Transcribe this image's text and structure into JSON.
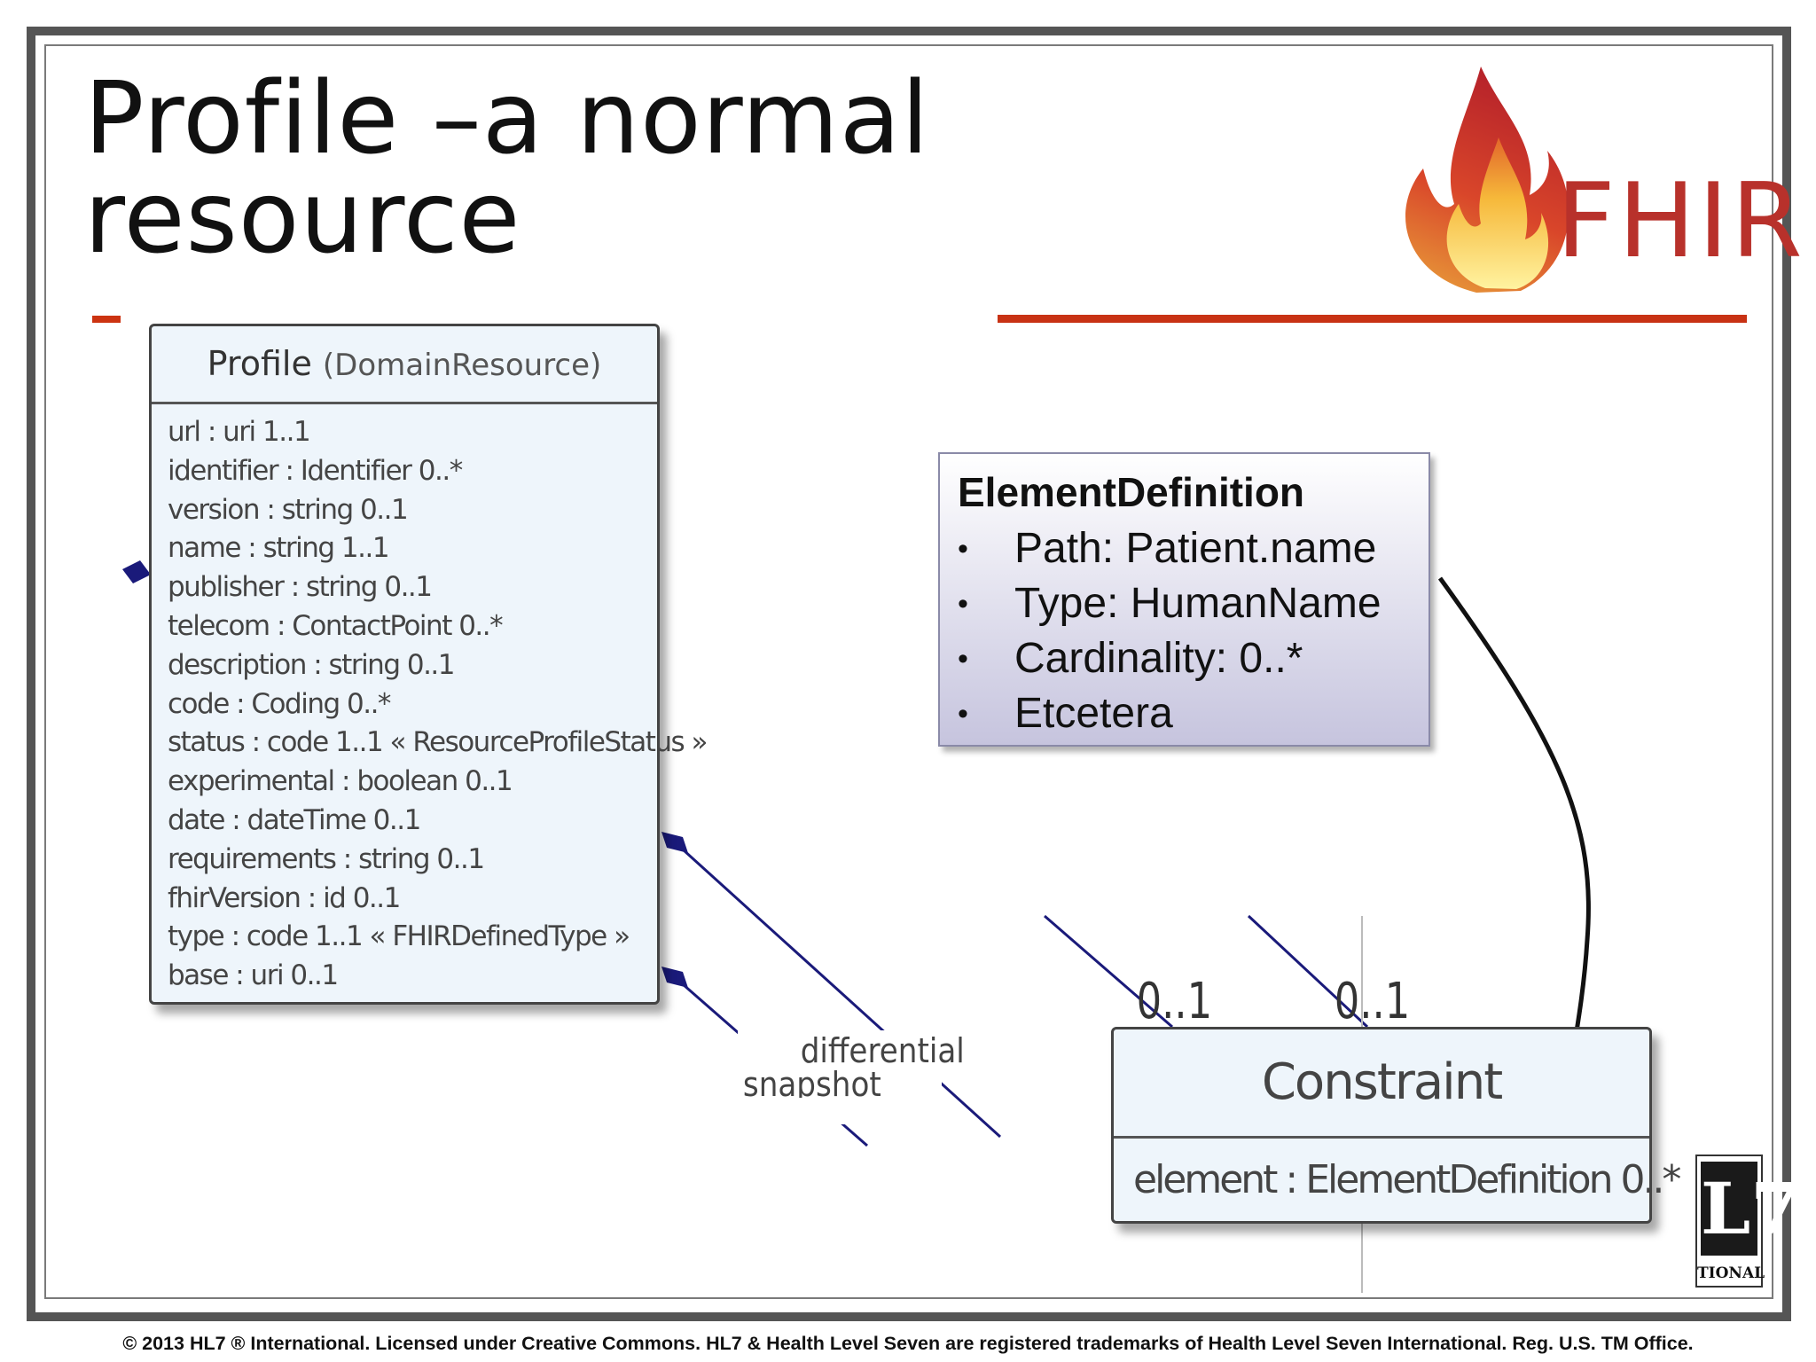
{
  "slide": {
    "title_line1": "Profile –a normal",
    "title_line2": "resource",
    "logo_text": "FHIR",
    "footer": "© 2013 HL7 ® International. Licensed under Creative Commons. HL7 & Health Level Seven are registered trademarks of Health Level Seven International. Reg. U.S. TM Office."
  },
  "profile_class": {
    "name": "Profile",
    "stereotype": "(DomainResource)",
    "attributes": [
      "url : uri 1..1",
      "identifier : Identifier 0..*",
      "version : string 0..1",
      "name : string 1..1",
      "publisher : string 0..1",
      "telecom : ContactPoint 0..*",
      "description : string 0..1",
      "code : Coding 0..*",
      "status : code 1..1 « ResourceProfileStatus »",
      "experimental : boolean 0..1",
      "date : dateTime 0..1",
      "requirements : string 0..1",
      "fhirVersion : id 0..1",
      "type : code 1..1 « FHIRDefinedType »",
      "base : uri 0..1"
    ]
  },
  "constraint_class": {
    "name": "Constraint",
    "attribute": "element : ElementDefinition 0..*"
  },
  "element_definition": {
    "title": "ElementDefinition",
    "bullet": "•",
    "items": [
      "Path: Patient.name",
      "Type: HumanName",
      "Cardinality: 0..*",
      "Etcetera"
    ]
  },
  "associations": {
    "differential": "differential",
    "snapshot": "snapshot",
    "mult_differential": "0..1",
    "mult_snapshot": "0..1"
  },
  "hl7_logo": {
    "mark": "L7",
    "sub": "TIONAL"
  },
  "colors": {
    "accent_red": "#c83214",
    "uml_line": "#1a1a7a",
    "fhir_text": "#b8312b"
  }
}
